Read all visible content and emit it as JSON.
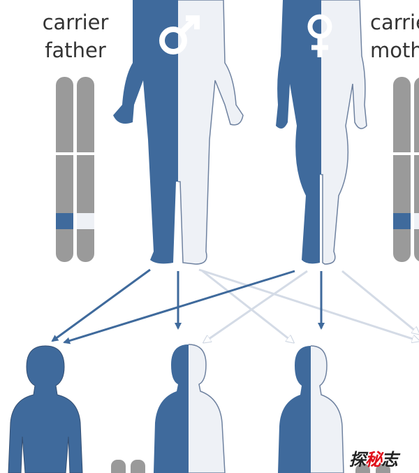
{
  "labels": {
    "father_line1": "carrier",
    "father_line2": "father",
    "mother_line1": "carrier",
    "mother_line2": "mother"
  },
  "icons": {
    "male": "male-symbol",
    "female": "female-symbol"
  },
  "colors": {
    "affected": "#3f6a9c",
    "unaffected": "#eef1f6",
    "outline": "#6f82a0",
    "chromosome": "#9a9a9a",
    "arrow_dark": "#3f6a9c",
    "arrow_light": "#d4dbe6"
  },
  "watermark": {
    "text_a": "探",
    "text_b": "秘",
    "text_c": "志"
  }
}
